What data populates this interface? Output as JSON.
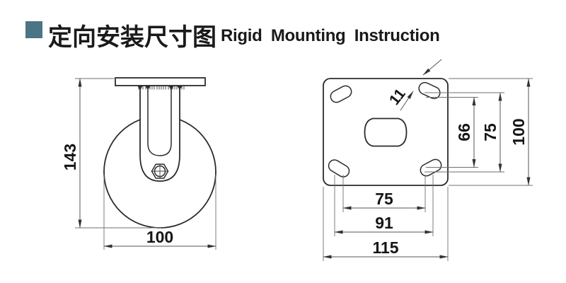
{
  "title": {
    "zh": "定向安装尺寸图",
    "en": "Rigid Mounting Instruction"
  },
  "colors": {
    "accent_square": "#4b7484",
    "line": "#2b2b2b",
    "dimension_line": "#555555",
    "text": "#151515",
    "background": "#ffffff"
  },
  "side_view": {
    "overall_height": "143",
    "wheel_diameter": "100"
  },
  "plate_view": {
    "slot_width": "11",
    "vertical_inner_spacing": "66",
    "vertical_outer_spacing": "75",
    "plate_height": "100",
    "horizontal_inner_spacing": "75",
    "horizontal_outer_spacing": "91",
    "plate_width": "115"
  }
}
